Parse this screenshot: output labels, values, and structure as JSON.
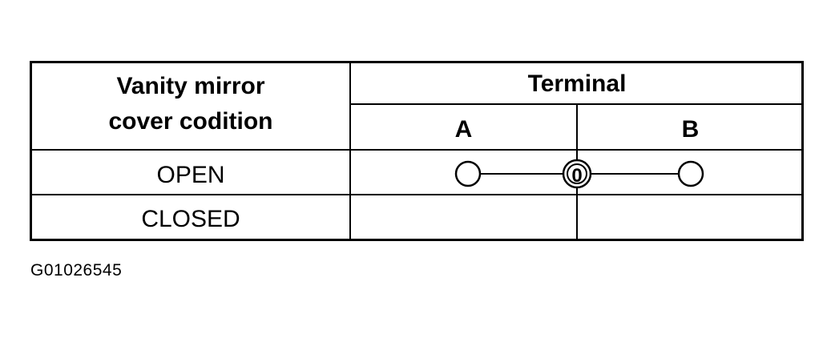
{
  "table": {
    "header_condition_line1": "Vanity mirror",
    "header_condition_line2": "cover codition",
    "header_terminal": "Terminal",
    "terminals": [
      "A",
      "B"
    ],
    "rows": [
      {
        "condition": "OPEN",
        "continuity": true
      },
      {
        "condition": "CLOSED",
        "continuity": false
      }
    ],
    "continuity_symbol": "0"
  },
  "figure_code": "G01026545"
}
